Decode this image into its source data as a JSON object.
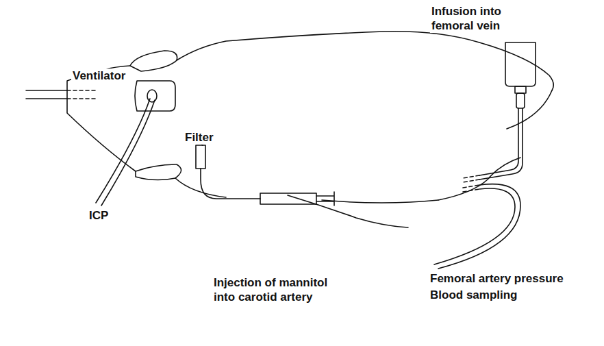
{
  "diagram": {
    "labels": [
      "Infusion into femoral vein",
      "Ventilator",
      "Filter",
      "ICP",
      "Injection of mannitol into carotid artery",
      "Femoral artery pressure",
      "Blood sampling"
    ]
  }
}
